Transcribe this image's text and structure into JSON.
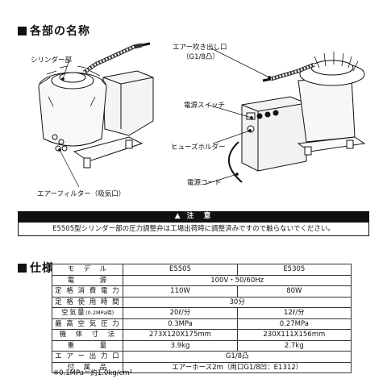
{
  "parts_section": {
    "title": "各部の名称",
    "labels": {
      "cylinder": "シリンダー部",
      "air_filter": "エアーフィルター（吸気口）",
      "air_outlet_line1": "エアー吹き出し口",
      "air_outlet_line2": "（G1/8凸）",
      "power_switch": "電源スイッチ",
      "fuse_holder": "ヒューズホルダー",
      "power_cord": "電源コード"
    }
  },
  "caution": {
    "title": "注　意",
    "text": "E5505型シリンダー部の圧力調整弁は工場出荷時に調整済みですので触らないでください。"
  },
  "spec_section": {
    "title": "仕様",
    "header": {
      "label": "モ　デ　ル",
      "col1": "E5505",
      "col2": "E5305"
    },
    "rows": [
      {
        "label": "電　　　源",
        "merged": "100V・50/60Hz"
      },
      {
        "label": "定 格 消 費 電 力",
        "col1": "110W",
        "col2": "80W"
      },
      {
        "label": "定 格 使 用 時 間",
        "merged": "30分"
      },
      {
        "label": "空気量",
        "label_small": "(0.2MPa時)",
        "col1": "20ℓ/分",
        "col2": "12ℓ/分"
      },
      {
        "label": "最 高 空 気 圧 力",
        "col1": "0.3MPa",
        "col2": "0.27MPa"
      },
      {
        "label": "機　体　寸　法",
        "col1": "273X120X175mm",
        "col2": "230X111X156mm"
      },
      {
        "label": "重　　　量",
        "col1": "3.9kg",
        "col2": "2.7kg"
      },
      {
        "label": "エ ア ー 出 力 口",
        "merged": "G1/8凸"
      },
      {
        "label": "付　属　品",
        "merged": "エアーホース2m（両口G1/8凹：E1312）"
      }
    ],
    "footnote": "※0.1MPa＝約1.0kg/cm²"
  }
}
